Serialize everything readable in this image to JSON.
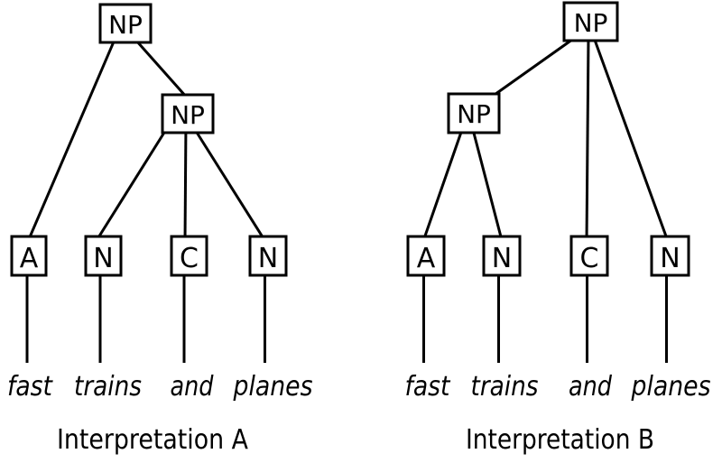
{
  "figure": {
    "background_color": "#ffffff",
    "line_color": "#000000",
    "text_color": "#000000"
  },
  "trees": [
    {
      "caption": "Interpretation A",
      "root_label": "NP",
      "inner_label": "NP",
      "leaf_labels": [
        "A",
        "N",
        "C",
        "N"
      ],
      "words": [
        "fast",
        "trains",
        "and",
        "planes"
      ],
      "bracketing": "[NP A [NP N C N]]",
      "edges": [
        "NP-root -> A",
        "NP-root -> NP-inner",
        "NP-inner -> N(trains)",
        "NP-inner -> C(and)",
        "NP-inner -> N(planes)"
      ]
    },
    {
      "caption": "Interpretation B",
      "root_label": "NP",
      "inner_label": "NP",
      "leaf_labels": [
        "A",
        "N",
        "C",
        "N"
      ],
      "words": [
        "fast",
        "trains",
        "and",
        "planes"
      ],
      "bracketing": "[NP [NP A N] C N]",
      "edges": [
        "NP-root -> NP-inner",
        "NP-root -> C(and)",
        "NP-root -> N(planes)",
        "NP-inner -> A(fast)",
        "NP-inner -> N(trains)"
      ]
    }
  ]
}
